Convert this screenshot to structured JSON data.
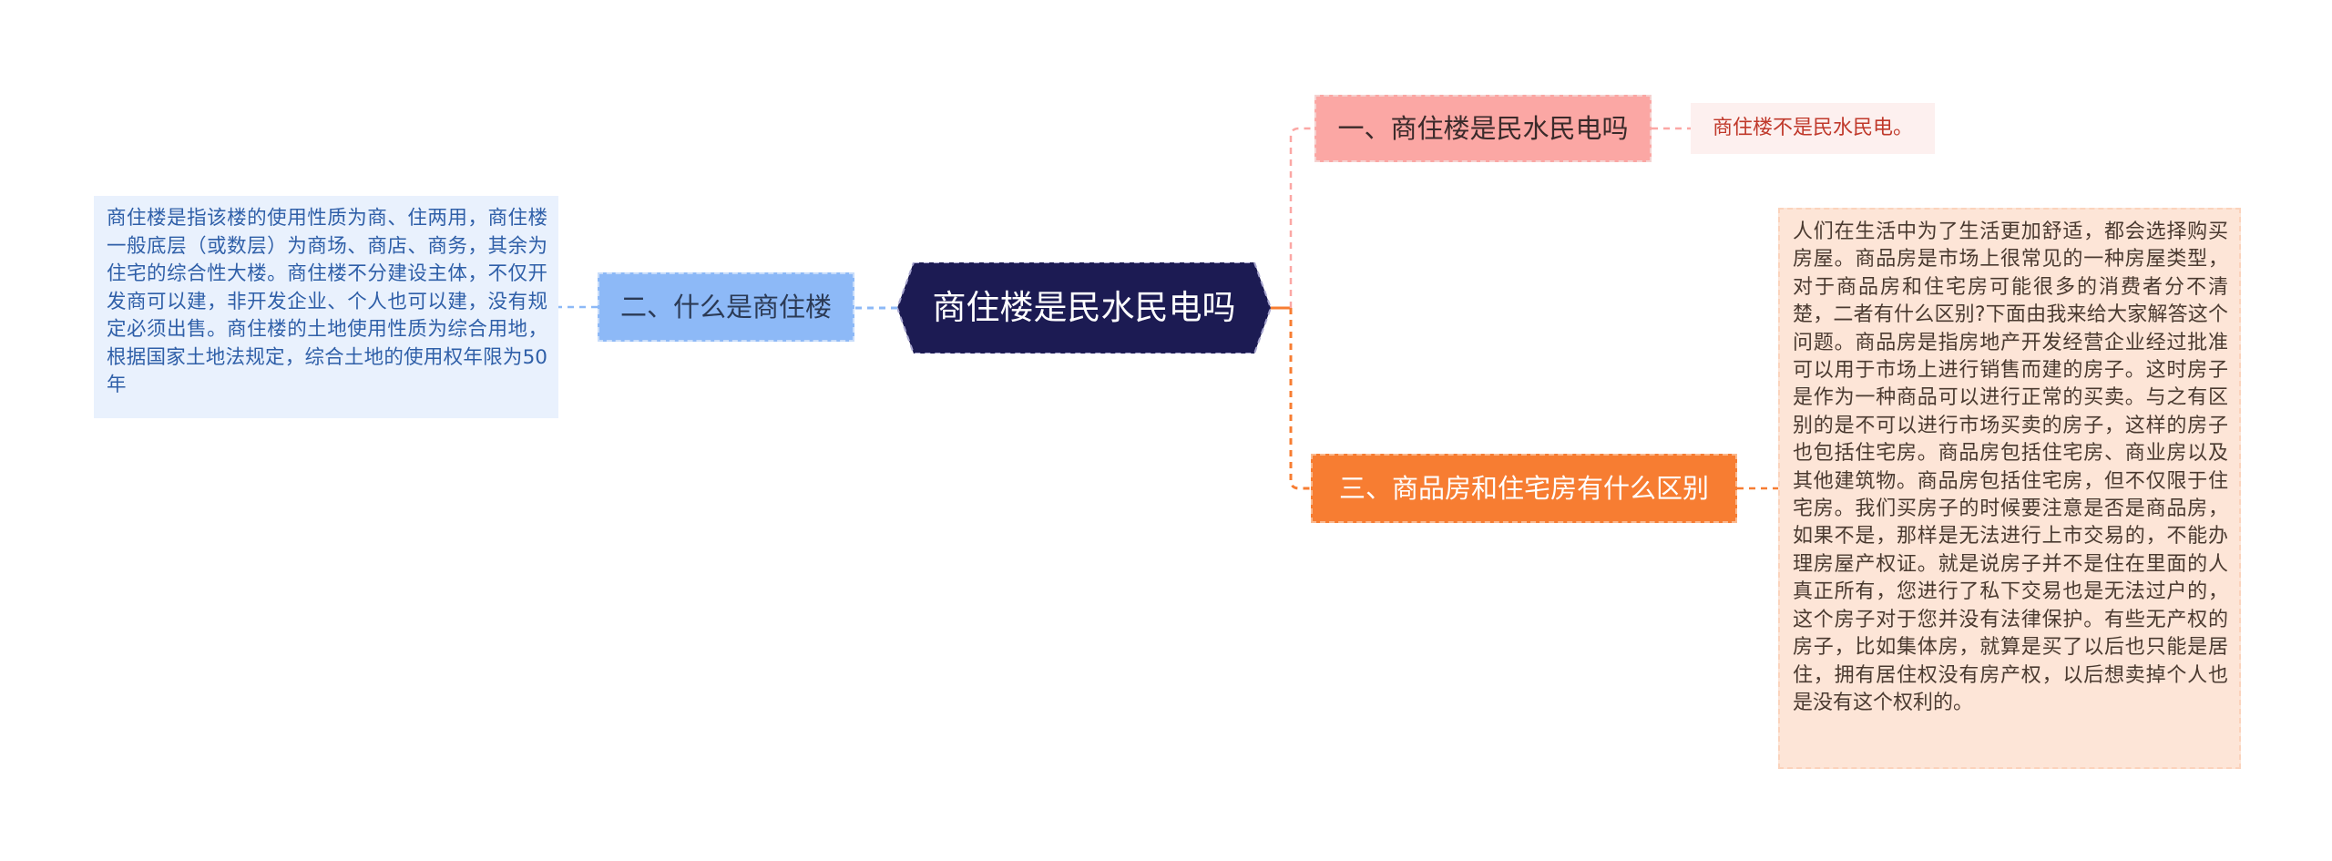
{
  "center": {
    "label": "商住楼是民水民电吗",
    "fill": "#1c1b53"
  },
  "branches": [
    {
      "label": "一、商住楼是民水民电吗",
      "color": "#fba7a4",
      "leaf": "商住楼不是民水民电。"
    },
    {
      "label": "二、什么是商住楼",
      "color": "#8db9f7",
      "leaf": "商住楼是指该楼的使用性质为商、住两用，商住楼一般底层（或数层）为商场、商店、商务，其余为住宅的综合性大楼。商住楼不分建设主体，不仅开发商可以建，非开发企业、个人也可以建，没有规定必须出售。商住楼的土地使用性质为综合用地，根据国家土地法规定，综合土地的使用权年限为50年"
    },
    {
      "label": "三、商品房和住宅房有什么区别",
      "color": "#f77d32",
      "leaf": "人们在生活中为了生活更加舒适，都会选择购买房屋。商品房是市场上很常见的一种房屋类型，对于商品房和住宅房可能很多的消费者分不清楚，二者有什么区别?下面由我来给大家解答这个问题。商品房是指房地产开发经营企业经过批准可以用于市场上进行销售而建的房子。这时房子是作为一种商品可以进行正常的买卖。与之有区别的是不可以进行市场买卖的房子，这样的房子也包括住宅房。商品房包括住宅房、商业房以及其他建筑物。商品房包括住宅房，但不仅限于住宅房。我们买房子的时候要注意是否是商品房，如果不是，那样是无法进行上市交易的，不能办理房屋产权证。就是说房子并不是住在里面的人真正所有，您进行了私下交易也是无法过户的，这个房子对于您并没有法律保护。有些无产权的房子，比如集体房，就算是买了以后也只能是居住，拥有居住权没有房产权，以后想卖掉个人也是没有这个权利的。"
    }
  ]
}
